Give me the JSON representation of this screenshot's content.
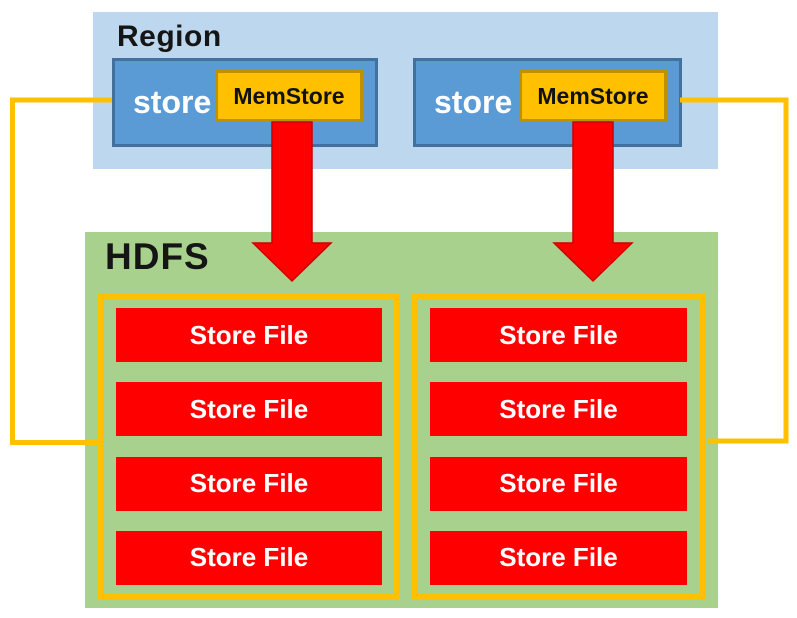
{
  "region": {
    "label": "Region",
    "stores": [
      {
        "label": "store",
        "memstore_label": "MemStore"
      },
      {
        "label": "store",
        "memstore_label": "MemStore"
      }
    ]
  },
  "hdfs": {
    "label": "HDFS",
    "columns": [
      {
        "files": [
          "Store File",
          "Store File",
          "Store File",
          "Store File"
        ]
      },
      {
        "files": [
          "Store File",
          "Store File",
          "Store File",
          "Store File"
        ]
      }
    ]
  },
  "icons": {
    "flush_arrow": "red-down-arrow",
    "connector_line": "gold-elbow-connector"
  },
  "colors": {
    "region_fill": "#bdd7ee",
    "store_fill": "#5b9bd5",
    "store_border": "#41719c",
    "memstore_fill": "#ffc000",
    "memstore_border": "#bf9000",
    "hdfs_fill": "#a9d18e",
    "store_file_fill": "#ff0000",
    "file_group_border": "#ffc000",
    "connector": "#ffc000",
    "arrow": "#ff0000",
    "text_dark": "#151515",
    "text_light": "#ffffff"
  }
}
